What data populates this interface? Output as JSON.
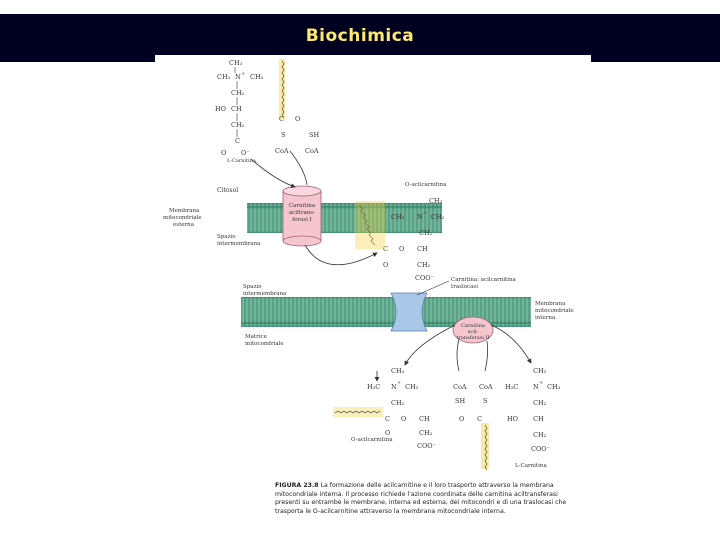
{
  "header": {
    "title": "Biochimica"
  },
  "figure": {
    "carnitine_top": {
      "ch3_top": "CH₃",
      "ch3_left": "CH₃",
      "n": "N",
      "plus": "+",
      "ch3_right": "CH₃",
      "ch2_a": "CH₂",
      "ho": "HO",
      "ch": "CH",
      "ch2_b": "CH₂",
      "c": "C",
      "o_dbl": "O",
      "o_minus": "O⁻",
      "name": "L-Carnitina"
    },
    "acyl_coa_top": {
      "c": "C",
      "o": "O",
      "s": "S",
      "coa": "CoA",
      "sh": "SH",
      "coa2": "CoA"
    },
    "labels": {
      "citosol": "Citosol",
      "outer_membrane": "Membrana mitocondriale esterna",
      "intermembrane_space": "Spazio intermembrana",
      "intermembrane_space2": "Spazio intermembrana",
      "inner_membrane": "Membrana mitocondriale interna",
      "matrix": "Matrice mitocondriale",
      "translocase": "Carnitina: acilcarnitina traslocasi"
    },
    "enzymes": {
      "cat1_a": "Carnitina",
      "cat1_b": "aciltrans-",
      "cat1_c": "ferasi I",
      "cat2_a": "Carnitina",
      "cat2_b": "acil-",
      "cat2_c": "transferasi II"
    },
    "acylcarnitine_mid": {
      "name": "O-acilcarnitina",
      "ch3_top": "CH₃",
      "ch3_l": "CH₃",
      "n": "N",
      "plus": "+",
      "ch3_r": "CH₃",
      "ch2_a": "CH₂",
      "c": "C",
      "o_link": "O",
      "ch": "CH",
      "o_dbl": "O",
      "ch2_b": "CH₂",
      "coo": "COO⁻"
    },
    "acylcarnitine_bottom": {
      "name": "O-acilcarnitina",
      "ch3_top": "CH₃",
      "h3c": "H₃C",
      "n": "N",
      "plus": "+",
      "ch3_r": "CH₃",
      "ch2_a": "CH₂",
      "c": "C",
      "o_link": "O",
      "ch": "CH",
      "o_dbl": "O",
      "ch2_b": "CH₂",
      "coo": "COO⁻"
    },
    "coa_bottom": {
      "coa": "CoA",
      "sh": "SH",
      "coa2": "CoA",
      "s": "S",
      "c": "C",
      "o": "O"
    },
    "carnitine_bottom": {
      "ch3_top": "CH₃",
      "h3c": "H₃C",
      "n": "N",
      "plus": "+",
      "ch3_r": "CH₃",
      "ch2_a": "CH₂",
      "ho": "HO",
      "ch": "CH",
      "ch2_b": "CH₂",
      "coo": "COO⁻",
      "name": "L-Carnitina"
    }
  },
  "caption": {
    "label": "FIGURA 23.8",
    "text": "La formazione delle acilcarnitine e il loro trasporto attraverso la membrana mitocondriale interna. Il processo richiede l'azione coordinata delle carnitina aciltransferasi presenti su entrambe le membrane, interna ed esterna, dei mitocondri e di una traslocasi che trasporta le O-acilcarnitine attraverso la membrana mitocondriale interna."
  },
  "colors": {
    "header_bg": "#000020",
    "title": "#ffe96a",
    "membrane": "#5ba58c",
    "enzyme1": "#f6c6cf",
    "translocase": "#a9c7e6",
    "acyl_chain": "#f0d23c"
  }
}
